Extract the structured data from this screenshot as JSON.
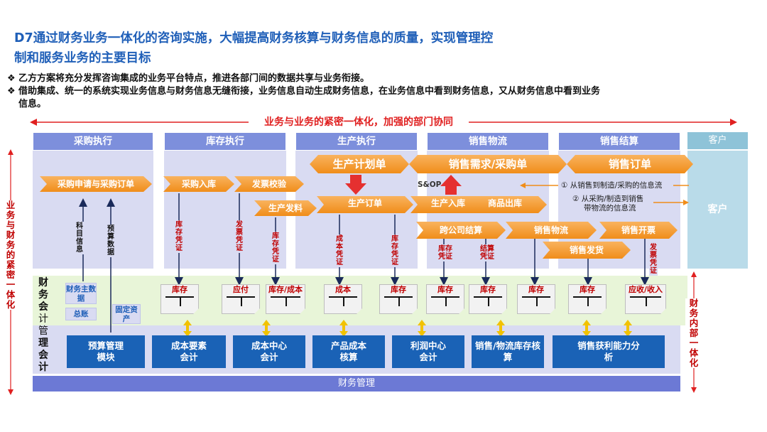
{
  "title_line1": "D7通过财务业务一体化的咨询实施，大幅提高财务核算与财务信息的质量，实现管理控",
  "title_line2": "制和服务业务的主要目标",
  "bullets": [
    "乙方方案将充分发挥咨询集成的业务平台特点，推进各部门间的数据共享与业务衔接。",
    "借助集成、统一的系统实现业务信息与财务信息无缝衔接，业务信息自动生成财务信息，在业务信息中看到财务信息，又从财务信息中看到业务",
    "信息。"
  ],
  "top_banner": "业务与业务的紧密一体化，加强的部门协同",
  "left_side": "业务与财务的紧密一体化",
  "right_side": "财务内部一体化",
  "columns": [
    "采购执行",
    "库存执行",
    "生产执行",
    "销售物流",
    "销售结算"
  ],
  "customer_header": "客户",
  "customer_label": "客户",
  "flow": {
    "purchase_order": "采购申请与采购订单",
    "purchase_in": "采购入库",
    "invoice_check": "发票校验",
    "prod_issue": "生产发料",
    "prod_plan": "生产计划单",
    "sales_demand": "销售需求/采购单",
    "sales_order": "销售订单",
    "snop": "S&OP",
    "prod_order": "生产订单",
    "prod_in": "生产入库",
    "goods_out": "商品出库",
    "intercompany": "跨公司结算",
    "sales_logistics": "销售物流",
    "sales_invoice": "销售开票",
    "sales_delivery": "销售发货",
    "info_flow_1": "① 从销售到制造/采购的信息流",
    "info_flow_2a": "② 从采购/制造到销售",
    "info_flow_2b": "带物流的信息流"
  },
  "vertical_labels": {
    "subject_info": "科目信息",
    "budget_data": "预算数据",
    "inv_voucher1": "库存凭证",
    "invoice_voucher": "发票凭证",
    "inv_voucher2": "库存凭证",
    "cost_voucher": "成本凭证",
    "inv_voucher3": "库存凭证",
    "inv_voucher4": "库存凭证",
    "settle_voucher": "结算凭证",
    "invoice_voucher2": "发票凭证"
  },
  "fin_acc_label": [
    "财",
    "务",
    "会",
    "计"
  ],
  "mgmt_acc_label": [
    "管",
    "理",
    "会",
    "计"
  ],
  "left_boxes": {
    "master": "财务主数据",
    "gl": "总账",
    "fixed": "固定资产"
  },
  "t_accounts": [
    "库存",
    "应付",
    "库存/成本",
    "成本",
    "库存",
    "库存",
    "库存",
    "库存",
    "库存",
    "应收/收入"
  ],
  "modules": [
    "预算管理模块",
    "成本要素会计",
    "成本中心会计",
    "产品成本核算",
    "利润中心会计",
    "销售/物流库存核算",
    "销售获利能力分析"
  ],
  "footer": "财务管理",
  "colors": {
    "title": "#1f5fb8",
    "orange": "#f08d1a",
    "navy": "#1a62b6",
    "red": "#e02020",
    "header": "#7d8fdc"
  }
}
